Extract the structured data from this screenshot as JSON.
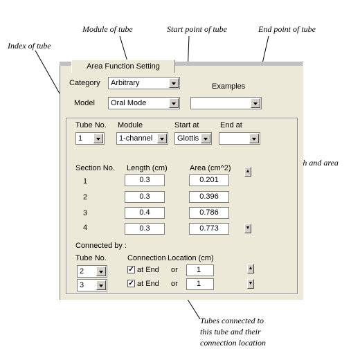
{
  "annotations": {
    "module": "Module of tube",
    "start": "Start point of tube",
    "end": "End point of tube",
    "index": "Index of tube",
    "length_area": "Length and area",
    "connected": "Tubes connected to\nthis tube and their\nconnection location"
  },
  "panel": {
    "tab_label": "Area Function Setting",
    "category_label": "Category",
    "category_value": "Arbitrary",
    "examples_label": "Examples",
    "model_label": "Model",
    "model_value": "Oral Mode",
    "examples_value": ""
  },
  "tube": {
    "tube_no_label": "Tube No.",
    "module_label": "Module",
    "start_label": "Start at",
    "end_label": "End at",
    "tube_no_value": "1",
    "module_value": "1-channel",
    "start_value": "Glottis",
    "end_value": ""
  },
  "sections": {
    "section_header": "Section No.",
    "length_header": "Length (cm)",
    "area_header": "Area (cm^2)",
    "rows": [
      {
        "no": "1",
        "length": "0.3",
        "area": "0.201"
      },
      {
        "no": "2",
        "length": "0.3",
        "area": "0.396"
      },
      {
        "no": "3",
        "length": "0.4",
        "area": "0.786"
      },
      {
        "no": "4",
        "length": "0.3",
        "area": "0.773"
      }
    ]
  },
  "connections": {
    "connected_by_label": "Connected by :",
    "tube_no_label": "Tube No.",
    "connection_label": "Connection",
    "location_label": "Location (cm)",
    "rows": [
      {
        "tube": "2",
        "at_end": "at End",
        "or": "or",
        "location": "1"
      },
      {
        "tube": "3",
        "at_end": "at End",
        "or": "or",
        "location": "1"
      }
    ]
  }
}
